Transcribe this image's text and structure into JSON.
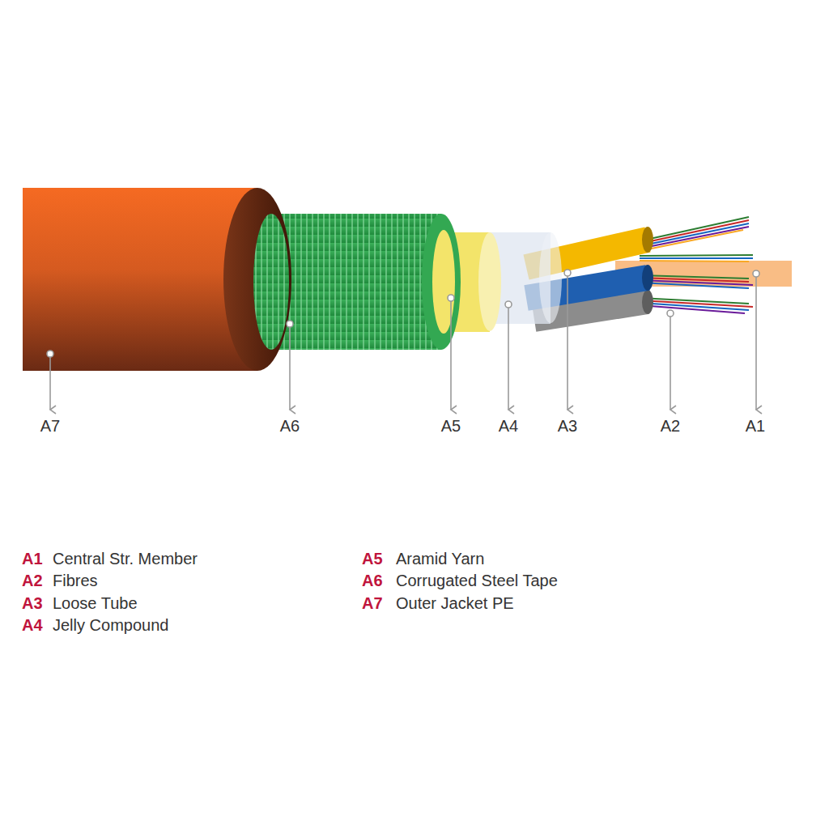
{
  "diagram": {
    "labels": [
      "A7",
      "A6",
      "A5",
      "A4",
      "A3",
      "A2",
      "A1",
      "A1",
      "Central Str. Member",
      "A2",
      "Fibres",
      "A3",
      "Loose Tube",
      "A4",
      "Jelly Compound",
      "A5",
      "Aramid Yarn",
      "A6",
      "Corrugated Steel Tape",
      "A7",
      "Outer Jacket PE"
    ]
  }
}
